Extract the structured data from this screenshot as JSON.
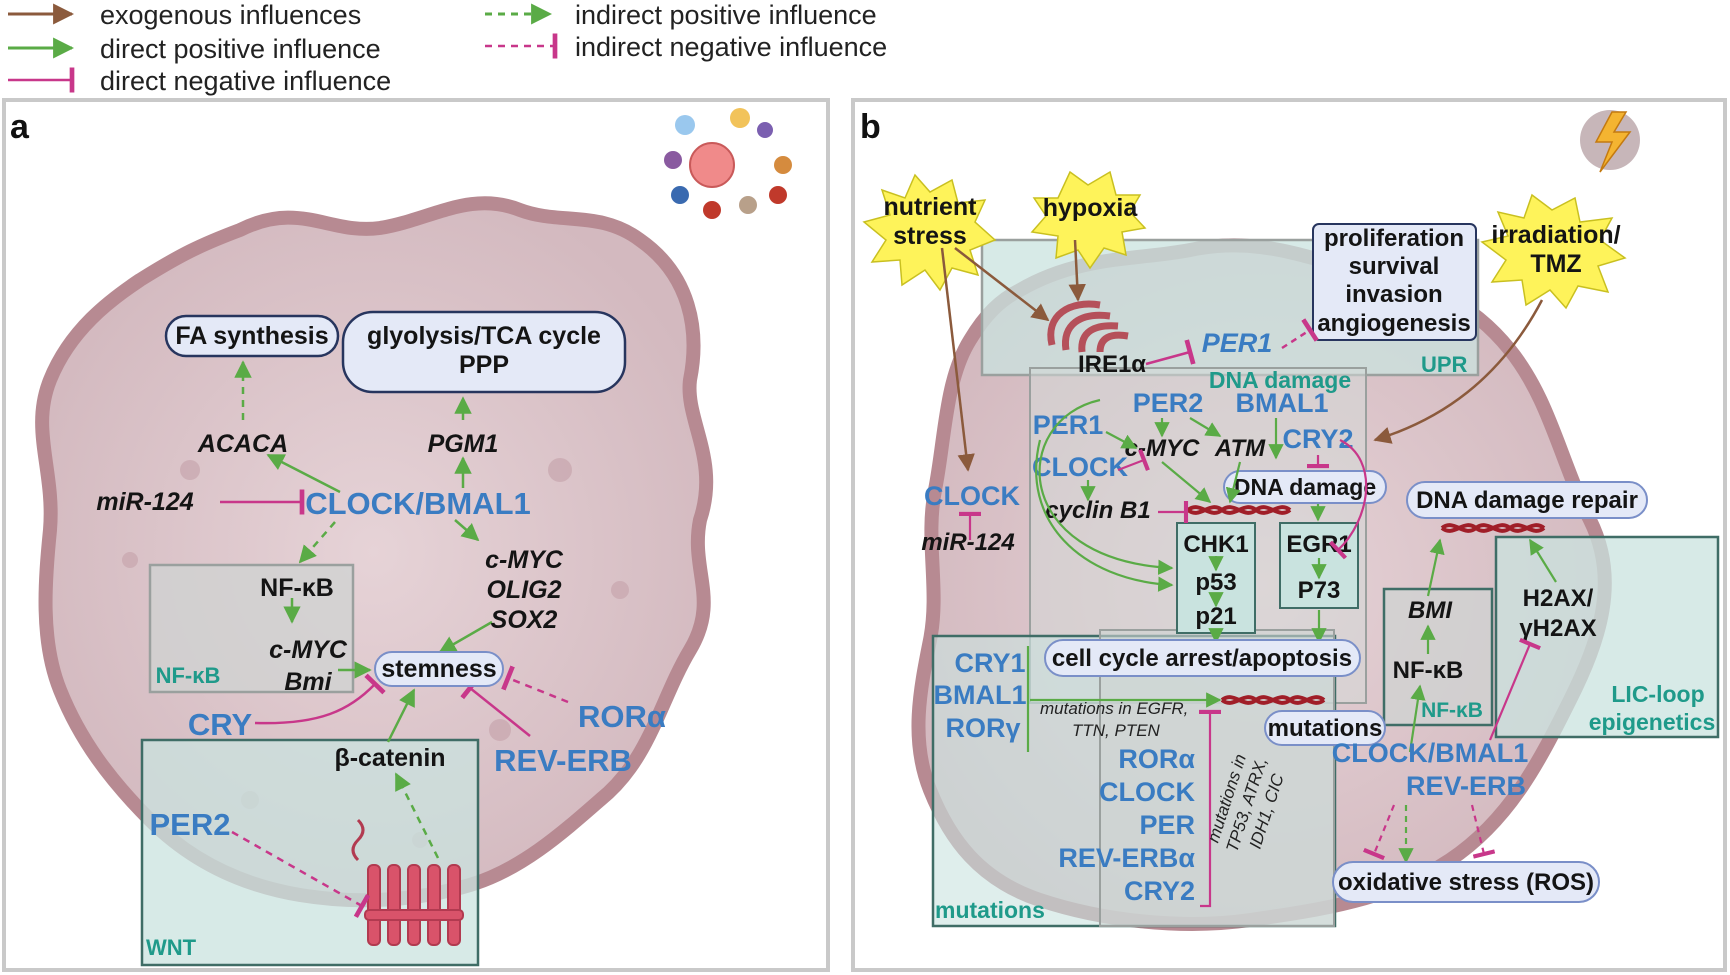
{
  "legend": {
    "exogenous": "exogenous influences",
    "direct_positive": "direct positive influence",
    "direct_negative": "direct negative influence",
    "indirect_positive": "indirect positive influence",
    "indirect_negative": "indirect negative influence"
  },
  "colors": {
    "exogenous": "#8b5a3c",
    "positive": "#5aab46",
    "negative": "#c8378a",
    "gene_blue": "#3a7cc2",
    "label_teal": "#1f9a8a",
    "cell_fill": "#d9c2c8",
    "cell_edge": "#b78a92"
  },
  "panel_a": {
    "letter": "a",
    "fa_synthesis": "FA synthesis",
    "glycolysis_l1": "glyolysis/TCA cycle",
    "glycolysis_l2": "PPP",
    "acaca": "ACACA",
    "pgm1": "PGM1",
    "mir124": "miR-124",
    "clock_bmal1": "CLOCK/BMAL1",
    "nfkb": "NF-κB",
    "cmyc": "c-MYC",
    "bmi": "Bmi",
    "nfkb_box": "NF-κB",
    "cmyc2": "c-MYC",
    "olig2": "OLIG2",
    "sox2": "SOX2",
    "stemness": "stemness",
    "cry": "CRY",
    "rora": "RORα",
    "reverb": "REV-ERB",
    "beta_catenin": "β-catenin",
    "per2": "PER2",
    "wnt": "WNT"
  },
  "panel_b": {
    "letter": "b",
    "nutrient_l1": "nutrient",
    "nutrient_l2": "stress",
    "hypoxia": "hypoxia",
    "irradiation_l1": "irradiation/",
    "irradiation_l2": "TMZ",
    "prolif_l1": "proliferation",
    "prolif_l2": "survival",
    "prolif_l3": "invasion",
    "prolif_l4": "angiogenesis",
    "ire1a": "IRE1α",
    "per1_upr": "PER1",
    "upr": "UPR",
    "dna_damage_title": "DNA damage",
    "per2": "PER2",
    "bmal1": "BMAL1",
    "per1": "PER1",
    "cmyc": "c-MYC",
    "atm": "ATM",
    "cry2": "CRY2",
    "clock": "CLOCK",
    "dna_damage_box": "DNA damage",
    "cyclinb1": "cyclin B1",
    "chk1": "CHK1",
    "p53": "p53",
    "p21": "p21",
    "egr1": "EGR1",
    "p73": "P73",
    "clock_left": "CLOCK",
    "mir124": "miR-124",
    "cell_cycle": "cell cycle arrest/apoptosis",
    "dna_repair": "DNA damage repair",
    "bmi": "BMI",
    "nfkb": "NF-κB",
    "nfkb_box": "NF-κB",
    "h2ax_l1": "H2AX/",
    "h2ax_l2": "γH2AX",
    "lic_l1": "LIC-loop",
    "lic_l2": "epigenetics",
    "cry1": "CRY1",
    "bmal1_mut": "BMAL1",
    "rorg": "RORγ",
    "mut_text_l1": "mutations in EGFR,",
    "mut_text_l2": "TTN, PTEN",
    "mutations_label": "mutations",
    "rora": "RORα",
    "clock_mut": "CLOCK",
    "per": "PER",
    "reverba": "REV-ERBα",
    "cry2_mut": "CRY2",
    "mut_vert_l1": "mutations in",
    "mut_vert_l2": "TP53, ATRX,",
    "mut_vert_l3": "IDH1, CIC",
    "clock_bmal1": "CLOCK/BMAL1",
    "reverb": "REV-ERB",
    "oxidative": "oxidative stress (ROS)",
    "mutations_box": "mutations"
  }
}
